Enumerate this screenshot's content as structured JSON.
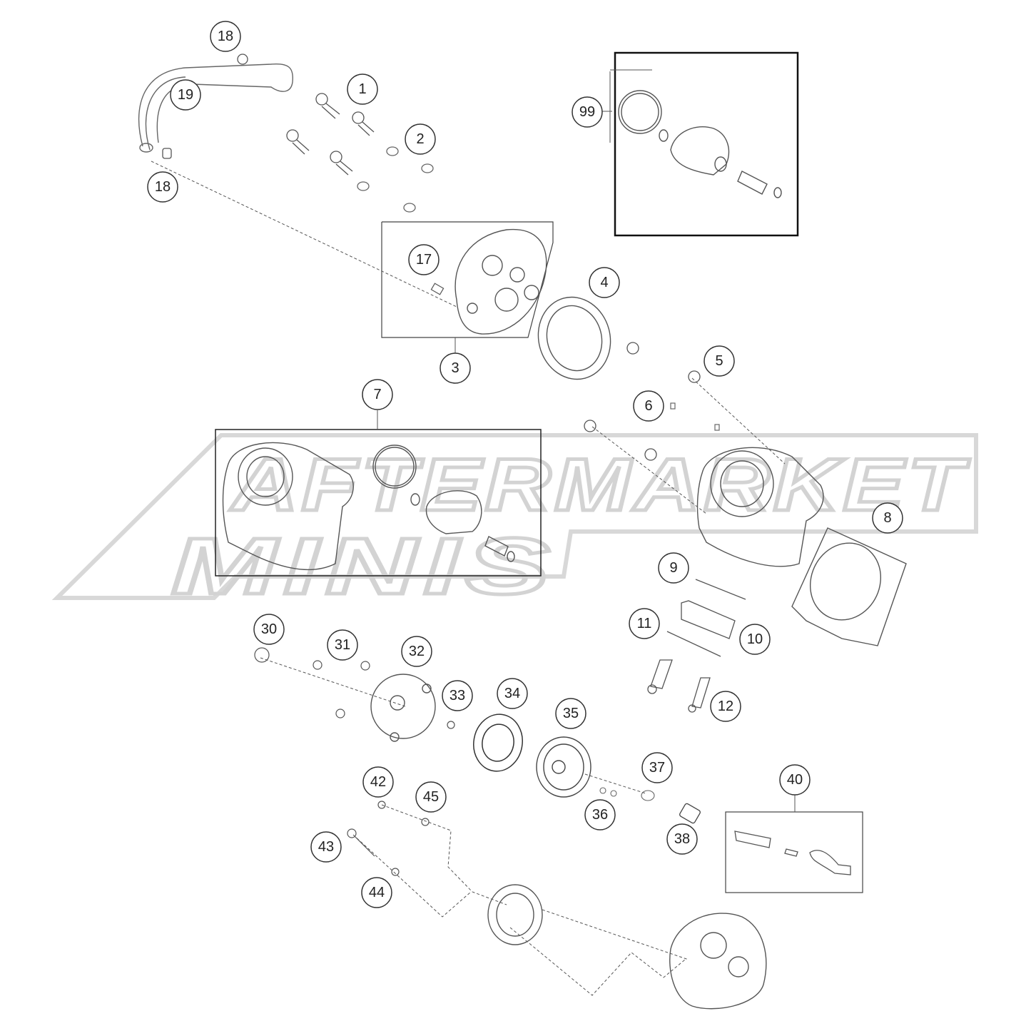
{
  "watermark": {
    "line1": "AFTERMARKET",
    "line2": "MINIS"
  },
  "callouts": {
    "c1": "1",
    "c2": "2",
    "c3": "3",
    "c4": "4",
    "c5": "5",
    "c6": "6",
    "c7": "7",
    "c8": "8",
    "c9": "9",
    "c10": "10",
    "c11": "11",
    "c12": "12",
    "c17": "17",
    "c18a": "18",
    "c18b": "18",
    "c19": "19",
    "c30": "30",
    "c31": "31",
    "c32": "32",
    "c33": "33",
    "c34": "34",
    "c35": "35",
    "c36": "36",
    "c37": "37",
    "c38": "38",
    "c40": "40",
    "c42": "42",
    "c43": "43",
    "c44": "44",
    "c45": "45",
    "c99": "99"
  }
}
